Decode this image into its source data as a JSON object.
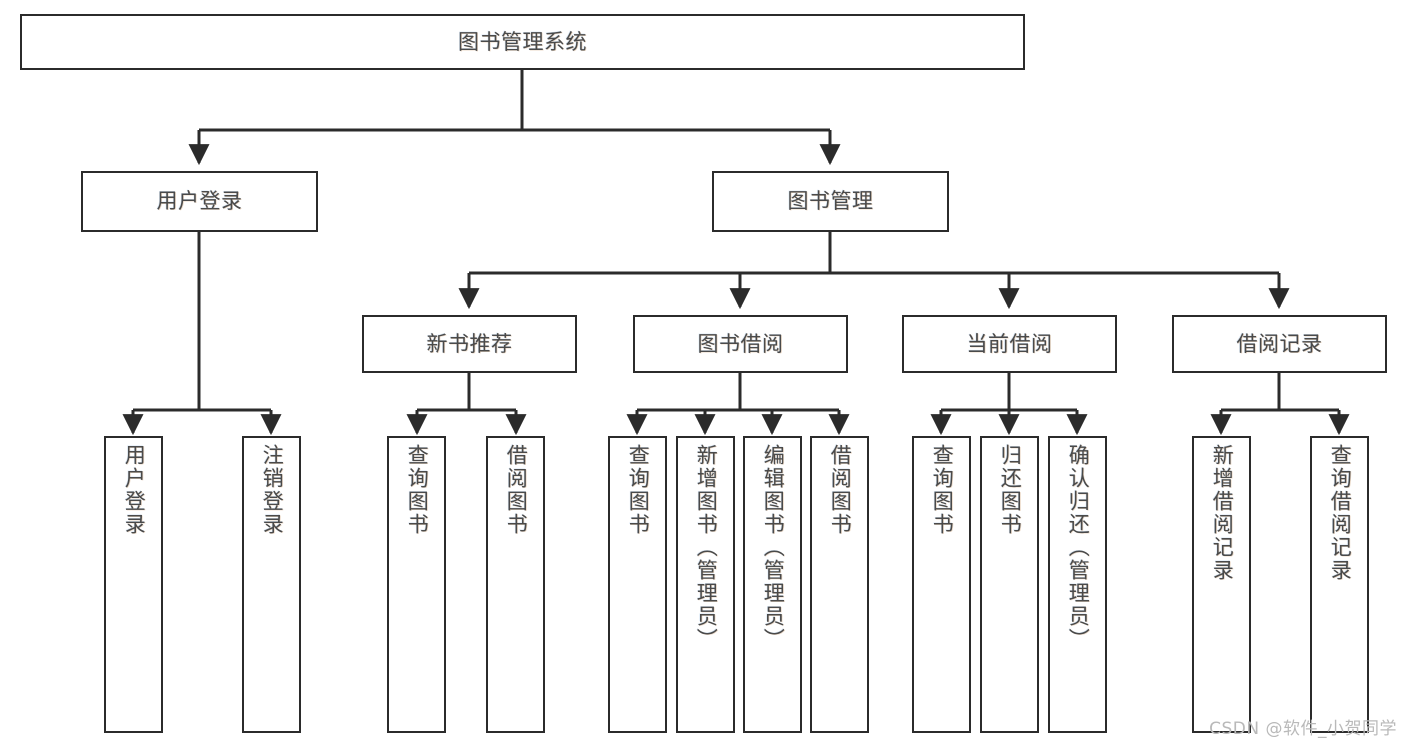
{
  "diagram": {
    "title": "图书管理系统",
    "type": "tree-hierarchy-chart",
    "watermark": "CSDN @软件_小贺同学",
    "colors": {
      "box_border": "#2b2b2b",
      "box_fill": "#ffffff",
      "connector": "#2b2b2b",
      "text": "#4a4a4a",
      "watermark": "#b9b9b9",
      "background": "#ffffff"
    },
    "nodes": {
      "root": {
        "label": "图书管理系统"
      },
      "level2": [
        {
          "id": "user-login",
          "label": "用户登录"
        },
        {
          "id": "book-manage",
          "label": "图书管理"
        }
      ],
      "level3": [
        {
          "id": "new-book-recommend",
          "label": "新书推荐"
        },
        {
          "id": "book-borrow",
          "label": "图书借阅"
        },
        {
          "id": "current-borrow",
          "label": "当前借阅"
        },
        {
          "id": "borrow-record",
          "label": "借阅记录"
        }
      ],
      "leaves": {
        "user-login": [
          {
            "id": "leaf-user-login",
            "label": "用户登录"
          },
          {
            "id": "leaf-logout-login",
            "label": "注销登录"
          }
        ],
        "new-book-recommend": [
          {
            "id": "leaf-query-book-1",
            "label": "查询图书"
          },
          {
            "id": "leaf-borrow-book-1",
            "label": "借阅图书"
          }
        ],
        "book-borrow": [
          {
            "id": "leaf-query-book-2",
            "label": "查询图书"
          },
          {
            "id": "leaf-add-book",
            "label": "新增图书（管理员）"
          },
          {
            "id": "leaf-edit-book",
            "label": "编辑图书（管理员）"
          },
          {
            "id": "leaf-borrow-book-2",
            "label": "借阅图书"
          }
        ],
        "current-borrow": [
          {
            "id": "leaf-query-book-3",
            "label": "查询图书"
          },
          {
            "id": "leaf-return-book",
            "label": "归还图书"
          },
          {
            "id": "leaf-confirm-return",
            "label": "确认归还（管理员）"
          }
        ],
        "borrow-record": [
          {
            "id": "leaf-add-record",
            "label": "新增借阅记录"
          },
          {
            "id": "leaf-query-record",
            "label": "查询借阅记录"
          }
        ]
      }
    }
  }
}
